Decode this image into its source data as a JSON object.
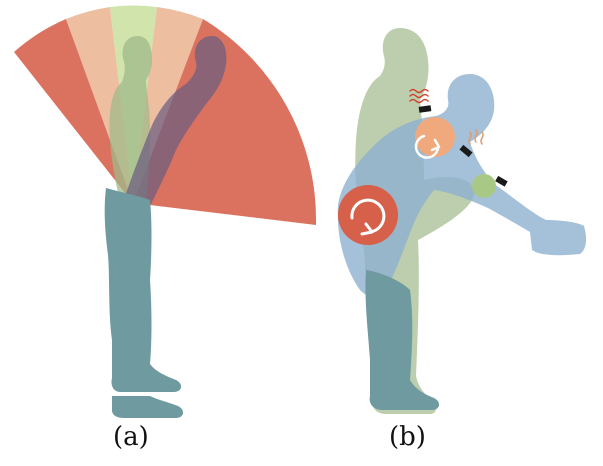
{
  "panels": [
    {
      "id": "a",
      "caption": "(a)"
    },
    {
      "id": "b",
      "caption": "(b)"
    }
  ],
  "colors": {
    "background": "#ffffff",
    "zone_red": "#d96a56",
    "zone_orange": "#edbb9c",
    "zone_green": "#cde3a8",
    "upright_posture": "#9fb98a",
    "bent_posture_a": "#6b5d7f",
    "bent_posture_b": "#8fb0cf",
    "legs": "#6e9aa0",
    "hip_joint": "#d6604a",
    "shoulder_joint": "#efa97c",
    "elbow_joint": "#a8c985",
    "strain_marks": "#d0432e",
    "sensor": "#1a1a1a"
  },
  "icons": [
    "rotation-arrow-icon",
    "strain-wave-icon",
    "sensor-marker-icon"
  ]
}
